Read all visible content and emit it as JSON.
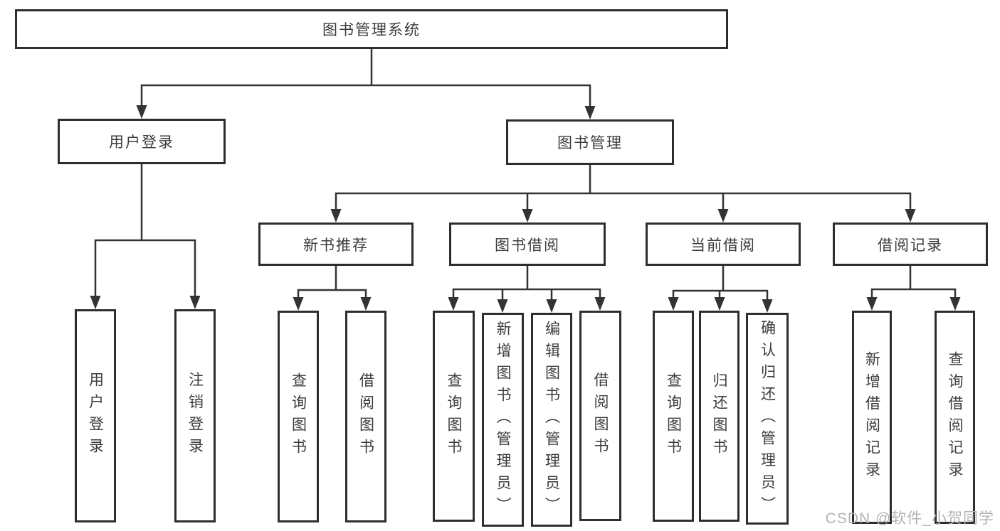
{
  "title": "图书管理系统",
  "watermark": "CSDN @软件_小贺同学",
  "colors": {
    "line": "#333333",
    "box_border": "#2e2e2e",
    "text": "#3c3c3c",
    "watermark": "#b3b3b3",
    "background": "#ffffff"
  },
  "tree": {
    "root": {
      "label": "图书管理系统"
    },
    "children": [
      {
        "label": "用户登录",
        "children": [
          {
            "label": "用户登录"
          },
          {
            "label": "注销登录"
          }
        ]
      },
      {
        "label": "图书管理",
        "children": [
          {
            "label": "新书推荐",
            "children": [
              {
                "label": "查询图书"
              },
              {
                "label": "借阅图书"
              }
            ]
          },
          {
            "label": "图书借阅",
            "children": [
              {
                "label": "查询图书"
              },
              {
                "label": "新增图书（管理员）"
              },
              {
                "label": "编辑图书（管理员）"
              },
              {
                "label": "借阅图书"
              }
            ]
          },
          {
            "label": "当前借阅",
            "children": [
              {
                "label": "查询图书"
              },
              {
                "label": "归还图书"
              },
              {
                "label": "确认归还（管理员）"
              }
            ]
          },
          {
            "label": "借阅记录",
            "children": [
              {
                "label": "新增借阅记录"
              },
              {
                "label": "查询借阅记录"
              }
            ]
          }
        ]
      }
    ]
  }
}
